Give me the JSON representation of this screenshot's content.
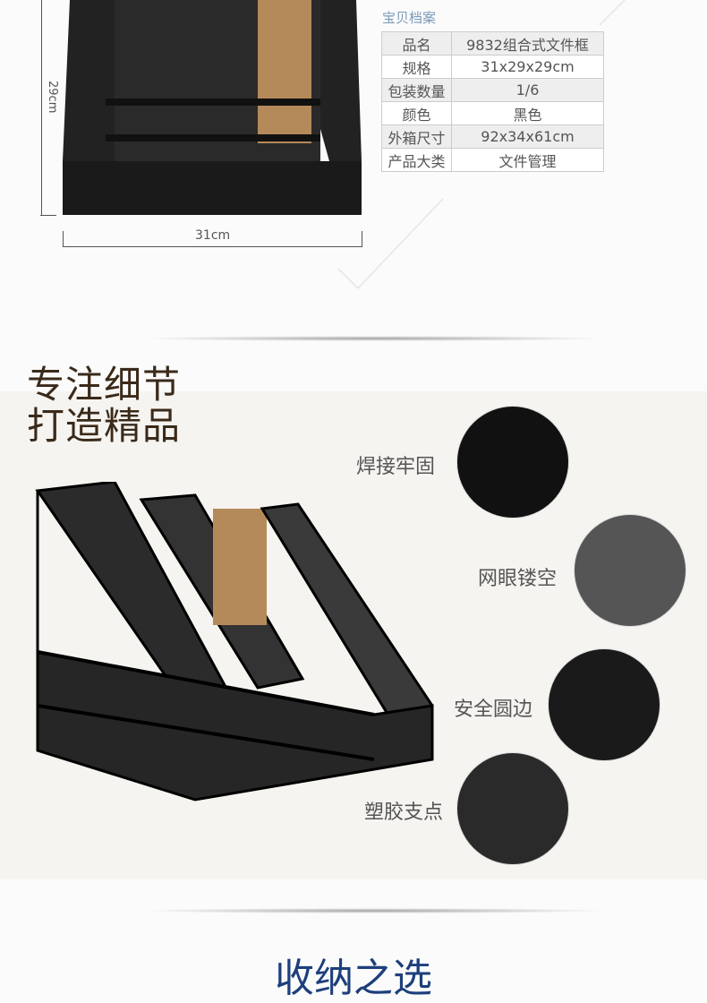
{
  "dimensions": {
    "height": "29cm",
    "width": "31cm"
  },
  "spec": {
    "caption": "宝贝档案",
    "rows": [
      {
        "k": "品名",
        "v": "9832组合式文件框"
      },
      {
        "k": "规格",
        "v": "31x29x29cm"
      },
      {
        "k": "包装数量",
        "v": "1/6"
      },
      {
        "k": "颜色",
        "v": "黑色"
      },
      {
        "k": "外箱尺寸",
        "v": "92x34x61cm"
      },
      {
        "k": "产品大类",
        "v": "文件管理"
      }
    ]
  },
  "details": {
    "title_line1": "专注细节",
    "title_line2": "打造精品",
    "features": [
      "焊接牢固",
      "网眼镂空",
      "安全圆边",
      "塑胶支点"
    ]
  },
  "next_section": {
    "title": "收纳之选"
  }
}
